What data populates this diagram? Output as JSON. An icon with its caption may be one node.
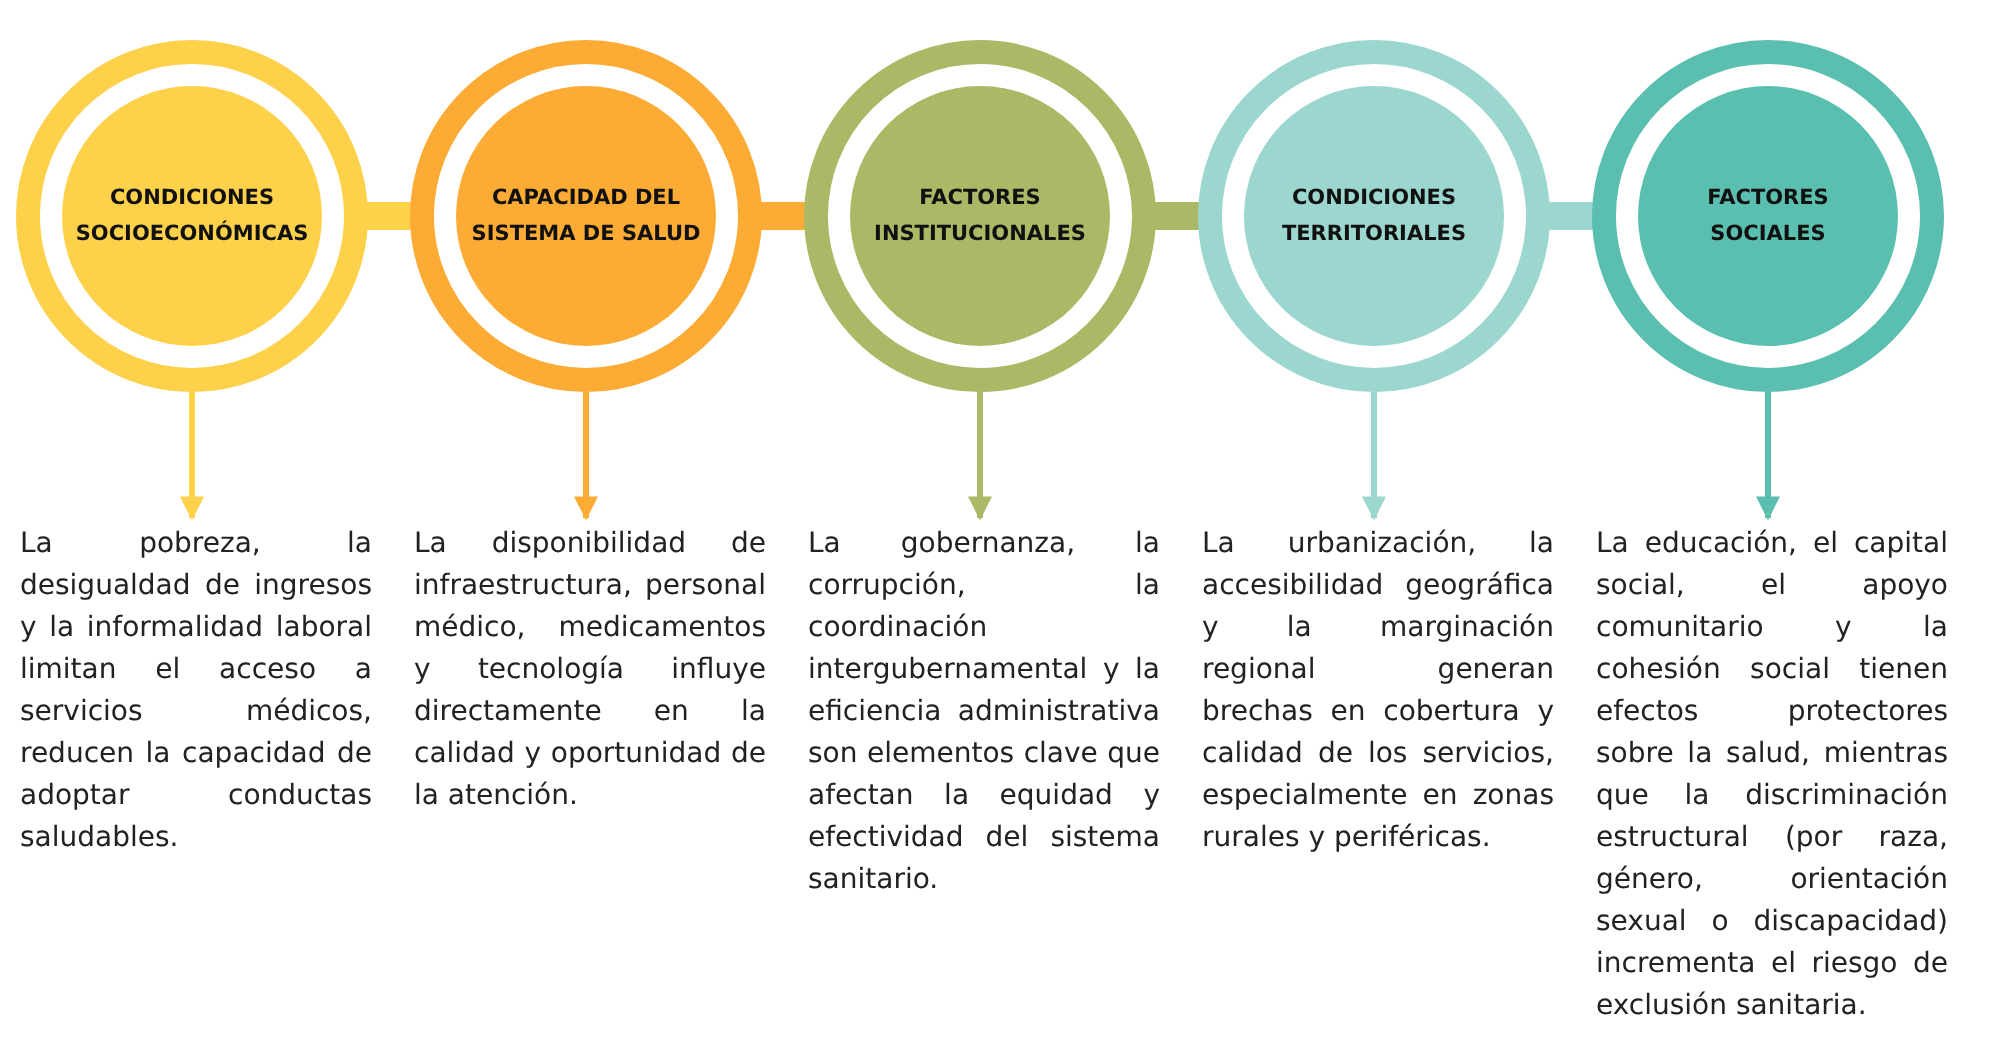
{
  "diagram": {
    "nodes": [
      {
        "text": [
          "CONDICIONES SOCIOECONÓMICAS"
        ]
      },
      {
        "text": [
          "CAPACIDAD DEL SISTEMA DE SALUD"
        ]
      },
      {
        "text": [
          "FACTORES INSTITUCIONALES"
        ]
      },
      {
        "text": [
          "CONDICIONES TERRITORIALES"
        ]
      },
      {
        "text": [
          "FACTORES SOCIALES"
        ]
      },
      {
        "text": [
          "La pobreza, la desigualdad de ingresos y la informalidad laboral limitan el acceso a servicios médicos, reducen la capacidad de adoptar conductas saludables."
        ]
      },
      {
        "text": [
          "La disponibilidad de infraestructura, personal médico, medicamentos y tecnología influye directamente en la calidad y oportunidad de la atención."
        ]
      },
      {
        "text": [
          "La gobernanza, la corrupción, la coordinación intergubernamental y la eficiencia administrativa son elementos clave que afectan la equidad y efectividad del sistema sanitario."
        ]
      },
      {
        "text": [
          "La urbanización, la accesibilidad geográfica y la marginación regional generan brechas en cobertura y calidad de los servicios, especialmente en zonas rurales y periféricas."
        ]
      },
      {
        "text": [
          "La educación, el capital social, el apoyo comunitario y la cohesión social tienen efectos protectores sobre la salud, mientras que la discriminación estructural (por raza, género, orientación sexual o discapacidad) incrementa el riesgo de exclusión sanitaria."
        ]
      }
    ],
    "edges": [
      {
        "from": 0,
        "to": 1,
        "arrow": "none",
        "style": "thick",
        "color": "#fed14b"
      },
      {
        "from": 1,
        "to": 2,
        "arrow": "none",
        "style": "thick",
        "color": "#fcab34"
      },
      {
        "from": 2,
        "to": 3,
        "arrow": "none",
        "style": "thick",
        "color": "#a9b966"
      },
      {
        "from": 3,
        "to": 4,
        "arrow": "none",
        "style": "thick",
        "color": "#9bd6cf"
      },
      {
        "from": 0,
        "to": 5,
        "arrow": "to",
        "color": "#fed14b"
      },
      {
        "from": 1,
        "to": 6,
        "arrow": "to",
        "color": "#fcab34"
      },
      {
        "from": 2,
        "to": 7,
        "arrow": "to",
        "color": "#a9b966"
      },
      {
        "from": 3,
        "to": 8,
        "arrow": "to",
        "color": "#9bd6cf"
      },
      {
        "from": 4,
        "to": 9,
        "arrow": "to",
        "color": "#5bbfb0"
      }
    ]
  }
}
